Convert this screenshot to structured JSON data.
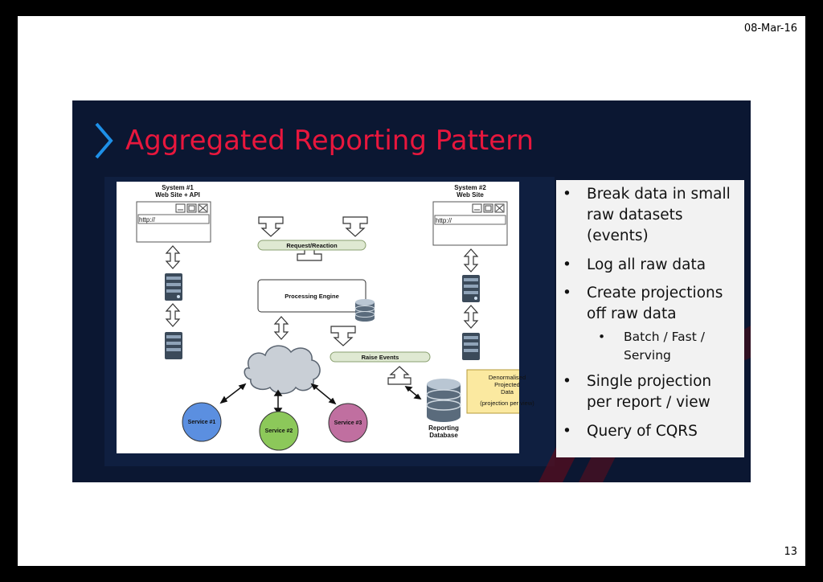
{
  "header": {
    "date": "08-Mar-16"
  },
  "footer": {
    "page_number": "13"
  },
  "slide": {
    "title": "Aggregated Reporting Pattern",
    "colors": {
      "title": "#e8173d",
      "chevron": "#1e90e8",
      "background": "#0b1732"
    }
  },
  "diagram": {
    "system1": {
      "title": "System #1",
      "subtitle": "Web Site + API",
      "url": "http://"
    },
    "system2": {
      "title": "System #2",
      "subtitle": "Web Site",
      "url": "http://"
    },
    "request_reaction": "Request/Reaction",
    "processing_engine": "Processing Engine",
    "raise_events": "Raise Events",
    "services": [
      {
        "label": "Service #1",
        "color": "#5b8fe0"
      },
      {
        "label": "Service #2",
        "color": "#8cc85a"
      },
      {
        "label": "Service #3",
        "color": "#c06fa0"
      }
    ],
    "reporting_db": {
      "line1": "Reporting",
      "line2": "Database"
    },
    "note": {
      "line1": "Denormalised",
      "line2": "Projected",
      "line3": "Data",
      "line4": "(projection per view)"
    }
  },
  "bullets": [
    {
      "bullet": "•",
      "line1": "Break data in small",
      "line2": "raw datasets",
      "line3": "(events)"
    },
    {
      "bullet": "•",
      "line1": "Log all raw data"
    },
    {
      "bullet": "•",
      "line1": "Create projections",
      "line2": "off raw data"
    },
    {
      "bullet": "•",
      "line1": "Batch / Fast /",
      "line2": "Serving",
      "level": 2
    },
    {
      "bullet": "•",
      "line1": "Single projection",
      "line2": "per report / view"
    },
    {
      "bullet": "•",
      "line1": "Query of CQRS"
    }
  ]
}
